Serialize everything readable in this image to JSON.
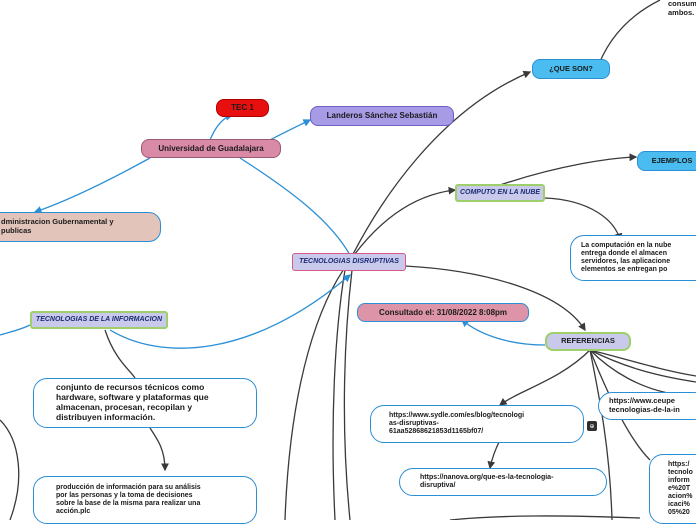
{
  "nodes": {
    "tec": "TEC 1",
    "udg": "Universidad de Guadalajara",
    "author": "Landeros Sánchez Sebastián",
    "career": "dministracion Gubernamental y\npublicas",
    "central": "TECNOLOGIAS DISRUPTIVAS",
    "que_son": "¿QUE SON?",
    "nube": "COMPUTO EN LA NUBE",
    "ejemplos": "EJEMPLOS",
    "nube_desc": "La computación en la nube\nentrega donde el almacen\nservidores, las aplicacione\nelementos se entregan po",
    "consultado": "Consultado el: 31/08/2022 8:08pm",
    "referencias": "REFERENCIAS",
    "ti": "TECNOLOGIAS DE LA INFORMACION",
    "ti_desc": "conjunto de recursos técnicos como\nhardware, software y plataformas que\nalmacenan, procesan, recopilan y\ndistribuyen información.",
    "ti_desc2": "producción de información para su análisis\npor las personas y la toma de decisiones\nsobre la base de la misma para realizar una\nacción.plc",
    "ref1": "https://www.sydle.com/es/blog/tecnologi\nas-disruptivas-\n61aa52868621853d1165bf07/",
    "ref2": "https://nanova.org/que-es-la-tecnologia-\ndisruptiva/",
    "ref3": "https://www.ceupe\ntecnologias-de-la-in",
    "ref4": "https:/\ntecnolo\ninform\ne%20T\nacion%\nicaci%\n05%20",
    "top_right": "consum\nambos.",
    "top_right_partial": "...",
    "icon_label": "⊕"
  },
  "colors": {
    "line": "#3a3a3a",
    "blue_line": "#2b8fd6",
    "tec": "#e80f0f",
    "udg": "#d98aa6",
    "author": "#a79be6",
    "career": "#e3c4bb",
    "central": "#c9c9ec",
    "que_son": "#4bbcf0",
    "nube": "#c9c9ec",
    "ejemplos": "#4bbcf0",
    "consultado": "#de94a8",
    "referencias": "#c9c9ec",
    "ti": "#c9c9ec"
  }
}
